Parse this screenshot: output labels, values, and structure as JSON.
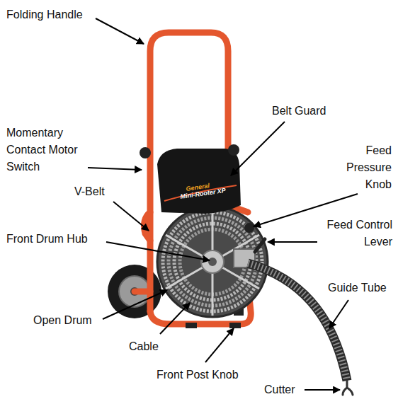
{
  "diagram": {
    "labels": [
      "Folding Handle",
      "Belt Guard",
      "Momentary Contact Motor Switch",
      "Feed Pressure Knob",
      "V-Belt",
      "Feed Control Lever",
      "Front Drum Hub",
      "Guide Tube",
      "Open Drum",
      "Cable",
      "Front Post Knob",
      "Cutter",
      "General",
      "Mini-Rooter XP"
    ]
  }
}
